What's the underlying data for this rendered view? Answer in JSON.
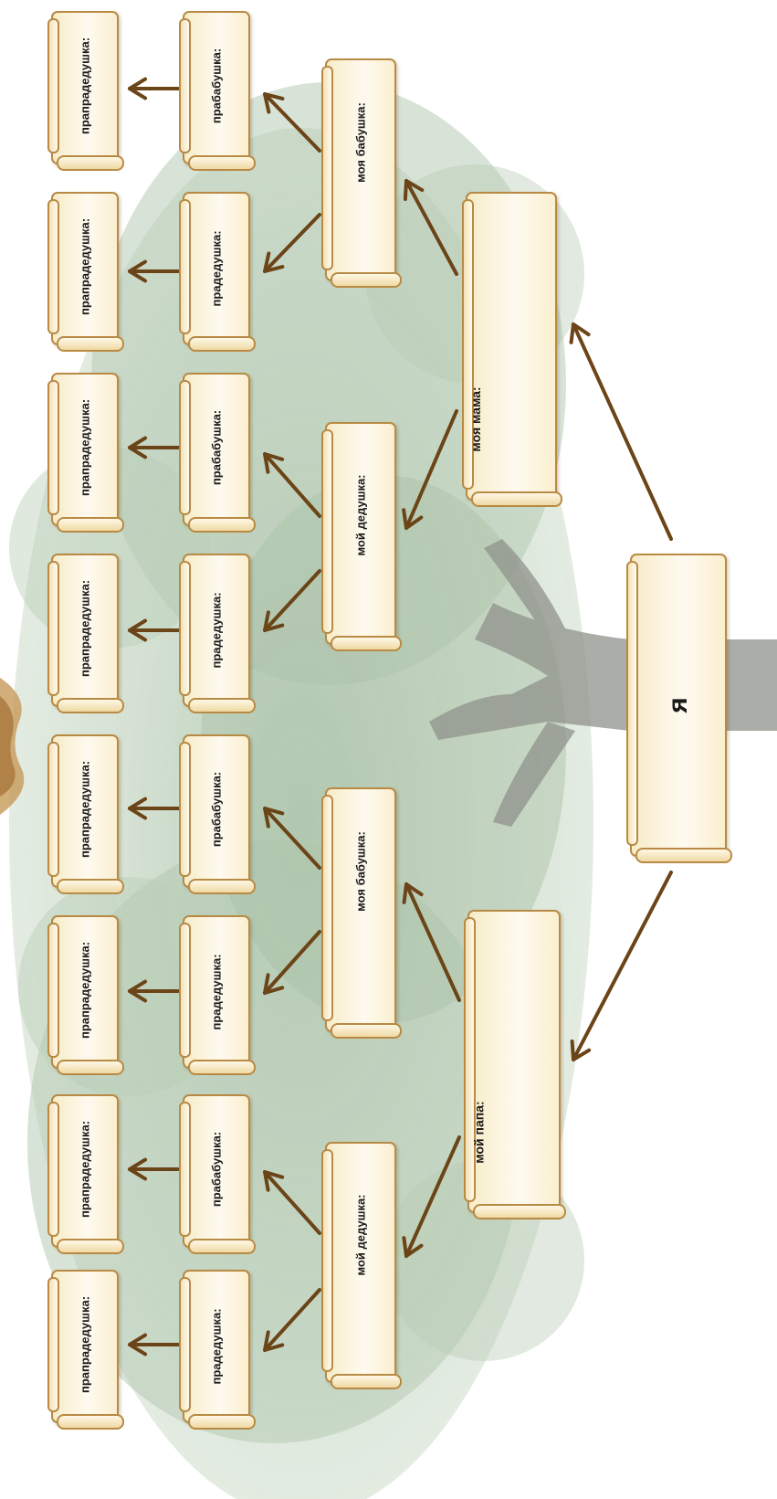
{
  "tree": {
    "me": "я",
    "parents": [
      "моя мама:",
      "мой папа:"
    ],
    "grandparents": [
      "моя бабушка:",
      "мой дедушка:",
      "моя бабушка:",
      "мой дедушка:"
    ],
    "great_grandparents": [
      "прабабушка:",
      "прадедушка:",
      "прабабушка:",
      "прадедушка:",
      "прабабушка:",
      "прадедушка:",
      "прабабушка:",
      "прадедушка:"
    ],
    "great_great_grandparents": [
      "прапрадедушка:",
      "прапрадедушка:",
      "прапрадедушка:",
      "прапрадедушка:",
      "прапрадедушка:",
      "прапрадедушка:",
      "прапрадедушка:",
      "прапрадедушка:"
    ]
  },
  "colors": {
    "arrow": "#6b4418",
    "scroll_border": "#b88a44",
    "scroll_fill": "#fdf4dc",
    "tree_foliage": "#9ab69a",
    "tree_trunk": "#8c8f88"
  }
}
